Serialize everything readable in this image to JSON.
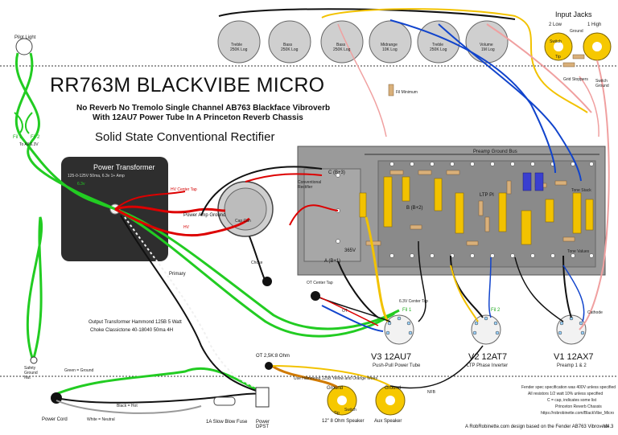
{
  "title": "RR763M BLACKVIBE MICRO",
  "subtitle_1": "No Reverb No Tremolo Single Channel AB763 Blackface Vibroverb",
  "subtitle_2": "With 12AU7 Power Tube In A Princeton Reverb Chassis",
  "rectifier_heading": "Solid State Conventional Rectifier",
  "pilot_light": "Pilot Light",
  "fil_1": "Fil 1",
  "fil_2": "Fil 2",
  "to_all_63v": "To All 6.3V",
  "power_transformer": {
    "title": "Power Transformer",
    "spec": "125-0-125V 50ma, 6.3v 1+ Amp",
    "v63": "6.3v",
    "center_tap": "HV Center Tap",
    "hv": "HV",
    "ground": "Power Amp Ground",
    "primary": "Primary"
  },
  "cap_can": "Cap Can",
  "rectifier_label": "Conventional Rectifier",
  "output_transformer_1": "Output Transformer Hammond 125B 5 Watt",
  "output_transformer_2": "Choke Classictone 40-18040 50ma 4H",
  "safety_ground": "Safety Ground Nut",
  "green_ground": "Green = Ground",
  "black_hot": "Black = Hot",
  "white_neutral": "White = Neutral",
  "power_cord": "Power Cord",
  "fuse": "1A Slow Blow Fuse",
  "power_switch": "Power DPST",
  "input_jacks": {
    "title": "Input Jacks",
    "low": "2 Low",
    "high": "1 High",
    "ground": "Ground",
    "switch": "Switch",
    "tip": "Tip",
    "grid_stoppers": "Grid Stoppers",
    "switch_ground": "Switch Ground"
  },
  "pots": [
    {
      "name": "Treble",
      "value": "250K Log"
    },
    {
      "name": "Bass",
      "value": "250K Log"
    },
    {
      "name": "Bass",
      "value": "250K Log"
    },
    {
      "name": "Midrange",
      "value": "10K Log"
    },
    {
      "name": "Treble",
      "value": "250K Log"
    },
    {
      "name": "Volume",
      "value": "1M Log"
    }
  ],
  "board": {
    "preamp_ground_bus": "Preamp Ground Bus",
    "c_b3": "C (B+3)",
    "b_b2": "B (B+2)",
    "a_b1": "A (B+1)",
    "ltp_pi": "LTP PI",
    "v365": "365V",
    "tone_stack": "Tone Stack",
    "tone_values": "Tone Values",
    "fil_minimum": "Fil Minimum"
  },
  "ot_center_tap": "OT Center Tap",
  "choke": "Choke",
  "heater_label": "6.3V Center Tap",
  "ot_label": "OT",
  "tubes": [
    {
      "name": "V3  12AU7",
      "desc": "Push-Pull Power Tube"
    },
    {
      "name": "V2  12AT7",
      "desc": "LTP Phase Inverter"
    },
    {
      "name": "V1  12AX7",
      "desc": "Preamp 1 & 2"
    }
  ],
  "tube_pin_labels": {
    "fil1": "Fil 1",
    "fil2": "Fil 2",
    "cathode": "Cathode"
  },
  "ot_secondary": "OT 2,5K:8 Ohm",
  "ot_wires": "Use Hammond 125B Yellow and Orange Wires",
  "speaker_main": "12\" 8 Ohm Speaker",
  "speaker_aux": "Aux Speaker",
  "speaker_ground": "Ground",
  "speaker_switch": "Switch",
  "speaker_tip": "Tip",
  "nfb": "NFB",
  "notes": [
    "Fender spec specification was 400V unless specified",
    "All resistors 1/2 watt 10% unless specified",
    "C = cap, indicates some list",
    "Princeton Reverb Chassis",
    "https://robrobinette.com/BlackVibe_Micro"
  ],
  "credit": "A RobRobinette.com design based on the Fender AB763 Vibroverb",
  "version": "V4.3",
  "colors": {
    "chassis": "#9a9a9a",
    "transformer": "#2e2e2e",
    "heater_wire": "#22cc22",
    "hv_wire": "#dd0000",
    "ot_primary": "#d8a000",
    "power_primary": "#111111",
    "signal_blue": "#1144cc",
    "cap_yellow": "#f2c200",
    "board_gray": "#6d6d6d"
  }
}
